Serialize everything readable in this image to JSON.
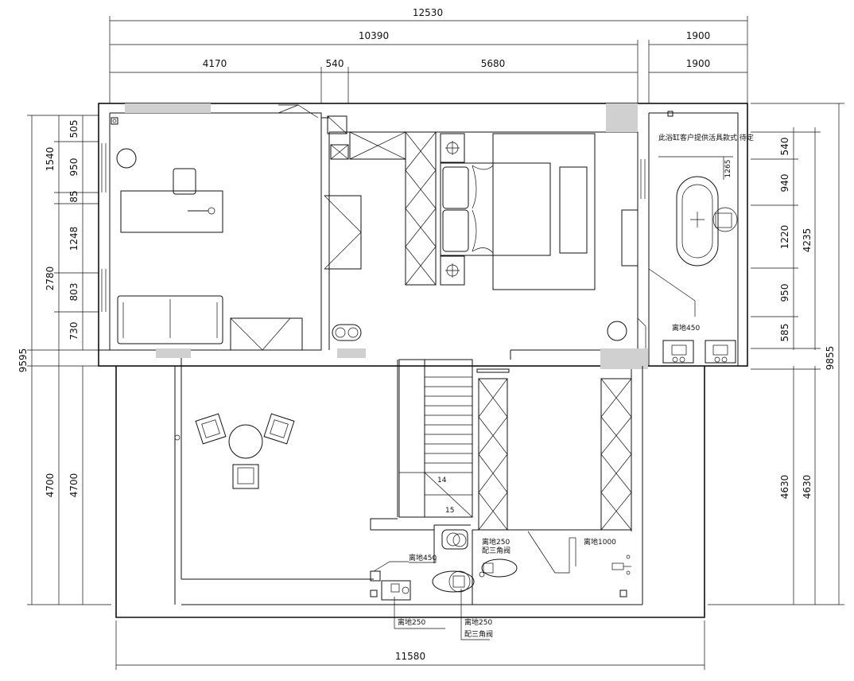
{
  "dimensions": {
    "top": [
      "12530",
      "10390",
      "1900",
      "1900",
      "4170",
      "540",
      "5680"
    ],
    "bottom": [
      "11580"
    ],
    "left": [
      "9595",
      "1540",
      "505",
      "950",
      "85",
      "2780",
      "1248",
      "803",
      "730",
      "4700",
      "4700"
    ],
    "right": [
      "540",
      "940",
      "1220",
      "950",
      "585",
      "4235",
      "9855",
      "4630",
      "4630"
    ]
  },
  "notes": {
    "client_note": "此浴缸客户提供活具款式 待定",
    "tub_height": "1265",
    "h450_bath": "离地450",
    "h250_toilet": "离地250",
    "triangle_valve_a": "配三角阀",
    "h1000": "离地1000",
    "h450_laundry": "离地450",
    "h250_basin": "离地250",
    "h250_toilet2": "离地250",
    "triangle_valve_b": "配三角阀",
    "stair_14": "14",
    "stair_15": "15"
  },
  "colors": {
    "line": "#111111",
    "column_fill": "#d0d0d0",
    "background": "#ffffff"
  }
}
